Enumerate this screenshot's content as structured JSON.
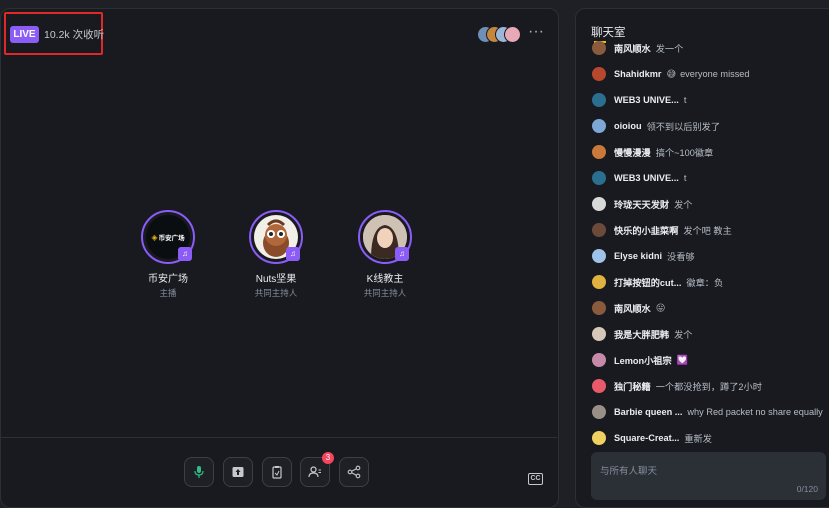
{
  "stage": {
    "live_label": "LIVE",
    "listeners_text": "10.2k 次收听",
    "more_icon": "more-dots-icon",
    "speakers": [
      {
        "name": "币安广场",
        "role": "主播",
        "avatar_text": "币安广场"
      },
      {
        "name": "Nuts坚果",
        "role": "共同主持人",
        "avatar_text": ""
      },
      {
        "name": "K线教主",
        "role": "共同主持人",
        "avatar_text": ""
      }
    ],
    "controls": {
      "mic_icon": "microphone-icon",
      "upload_icon": "upload-icon",
      "clipboard_icon": "clipboard-icon",
      "participants_icon": "participants-icon",
      "participants_badge": "3",
      "share_icon": "share-icon",
      "cc_label": "CC"
    },
    "colors": {
      "accent": "#8b5cf6",
      "badge": "#f6465d",
      "binance": "#f0b90b"
    }
  },
  "chat": {
    "title": "聊天室",
    "messages": [
      {
        "user": "南风顺水",
        "text": "发一个",
        "emoji": ""
      },
      {
        "user": "Shahidkmr",
        "text": "everyone missed",
        "emoji": "😅"
      },
      {
        "user": "WEB3 UNIVE...",
        "text": "t",
        "emoji": ""
      },
      {
        "user": "oioiou",
        "text": "领不到以后别发了",
        "emoji": ""
      },
      {
        "user": "慢慢漫漫",
        "text": "搞个~100徽章",
        "emoji": ""
      },
      {
        "user": "WEB3 UNIVE...",
        "text": "t",
        "emoji": ""
      },
      {
        "user": "玲珑天天发财",
        "text": "发个",
        "emoji": ""
      },
      {
        "user": "快乐的小韭菜啊",
        "text": "发个吧 教主",
        "emoji": ""
      },
      {
        "user": "Elyse kidni",
        "text": "没看够",
        "emoji": ""
      },
      {
        "user": "打掉按钮的cut...",
        "text": "徽章：负",
        "emoji": ""
      },
      {
        "user": "南风顺水",
        "text": "",
        "emoji": "😛"
      },
      {
        "user": "我是大胖肥韩",
        "text": "发个",
        "emoji": ""
      },
      {
        "user": "Lemon小祖宗",
        "text": "",
        "emoji": "💟"
      },
      {
        "user": "独门秘籍",
        "text": "一个都没抢到，蹲了2小时",
        "emoji": ""
      },
      {
        "user": "Barbie queen ...",
        "text": "why Red packet no share equally",
        "emoji": ""
      },
      {
        "user": "Square-Creat...",
        "text": "重新发",
        "emoji": ""
      }
    ],
    "input_placeholder": "与所有人聊天",
    "char_count": "0/120"
  }
}
